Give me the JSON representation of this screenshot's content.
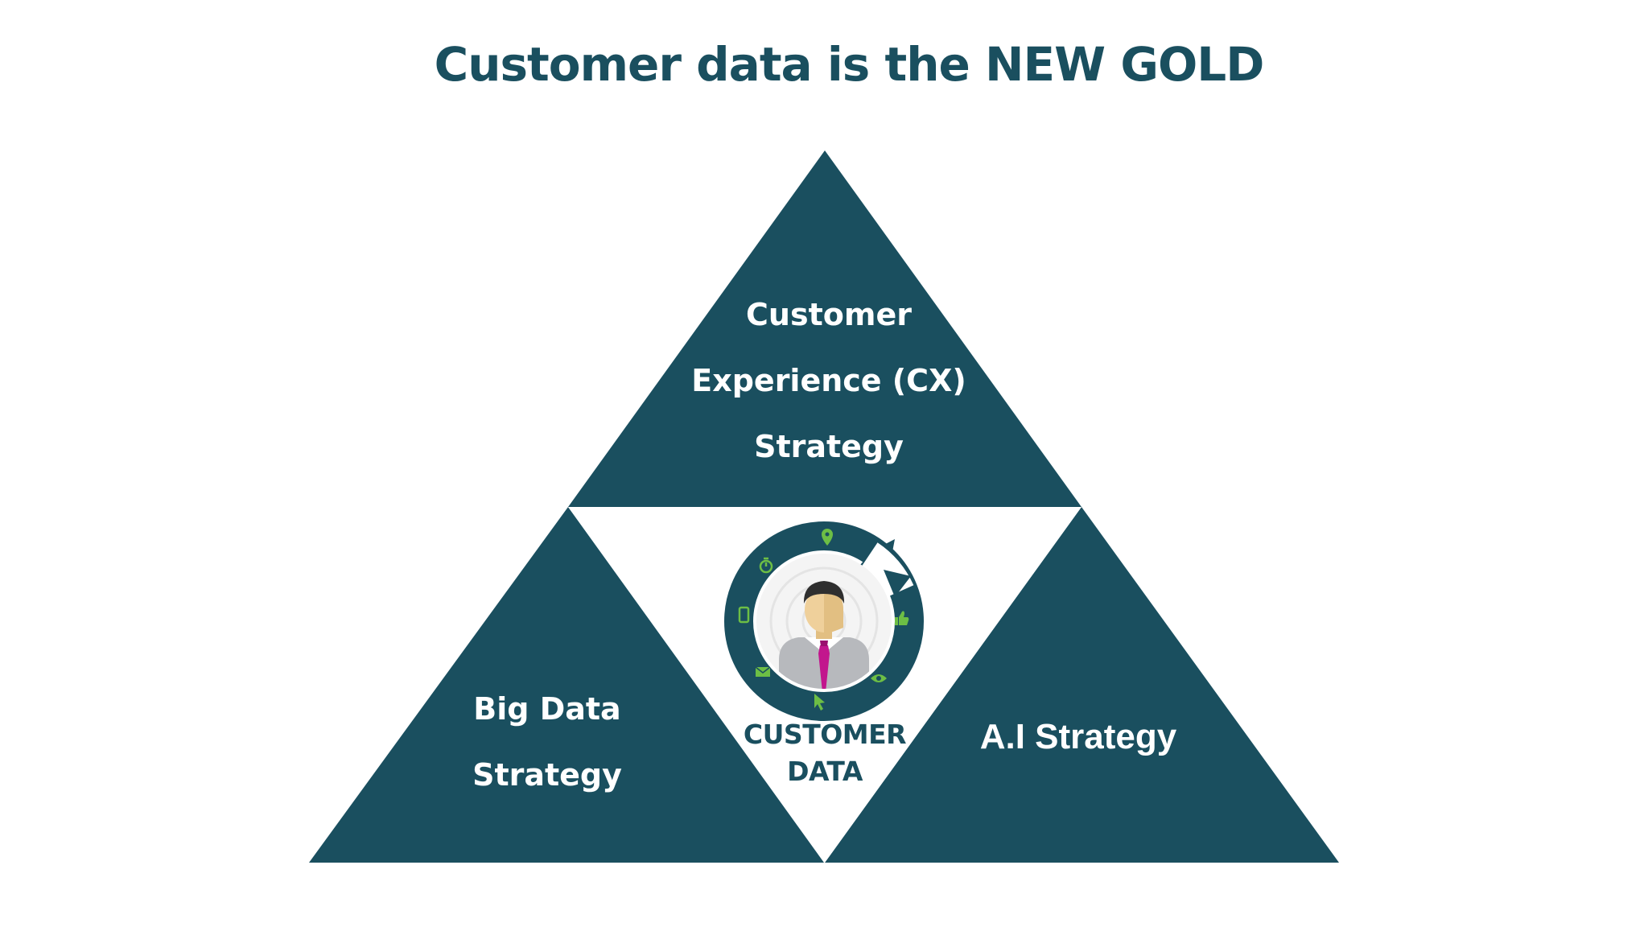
{
  "title": "Customer data is the NEW GOLD",
  "colors": {
    "primary": "#1a4f5f",
    "accent_green": "#6dbe45",
    "tie_magenta": "#c2168d",
    "background": "#ffffff"
  },
  "triangles": {
    "top": {
      "lines": [
        "Customer",
        "Experience (CX)",
        "Strategy"
      ]
    },
    "left": {
      "lines": [
        "Big Data",
        "Strategy"
      ]
    },
    "right": {
      "lines": [
        "A.I Strategy"
      ]
    }
  },
  "center": {
    "lines": [
      "CUSTOMER",
      "DATA"
    ],
    "icons": [
      "location-pin-icon",
      "timer-icon",
      "smartphone-icon",
      "email-icon",
      "cursor-icon",
      "eye-icon",
      "thumbs-up-icon",
      "refresh-arrow-icon",
      "person-icon"
    ]
  }
}
